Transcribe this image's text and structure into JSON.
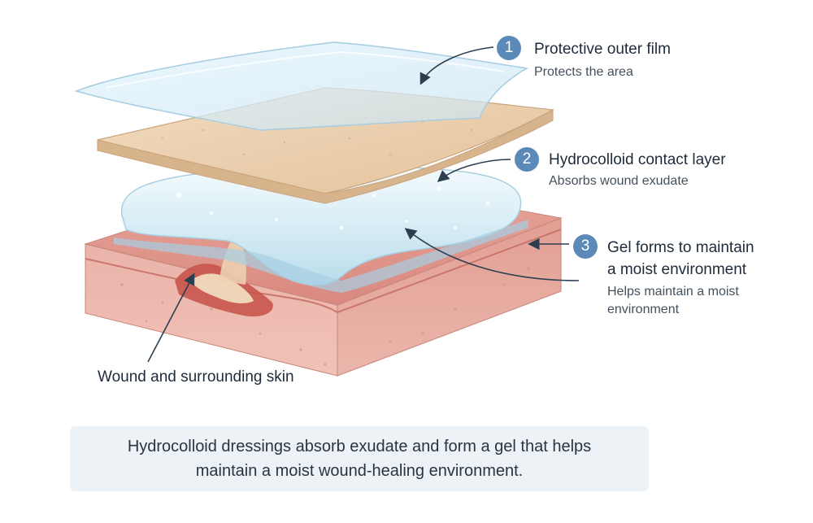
{
  "colors": {
    "badge": "#5b8ab8",
    "arrow": "#2c3e50",
    "skin": "#e7a39a",
    "skin_dark": "#c97a72",
    "gel": "#cfe8f2",
    "hydrocolloid": "#e6c8a4",
    "film": "#d6ecf7",
    "caption_bg": "#edf2f7"
  },
  "callouts": [
    {
      "number": "1",
      "title": "Protective outer film",
      "description": "Protects the area"
    },
    {
      "number": "2",
      "title": "Hydrocolloid contact layer",
      "description": "Absorbs wound exudate"
    },
    {
      "number": "3",
      "title_lines": [
        "Gel forms to maintain",
        "a moist environment"
      ],
      "description_lines": [
        "Helps maintain a moist",
        "environment"
      ]
    }
  ],
  "wound_label": "Wound and surrounding skin",
  "caption": "Hydrocolloid dressings absorb exudate and form a gel that helps maintain a moist wound-healing environment."
}
